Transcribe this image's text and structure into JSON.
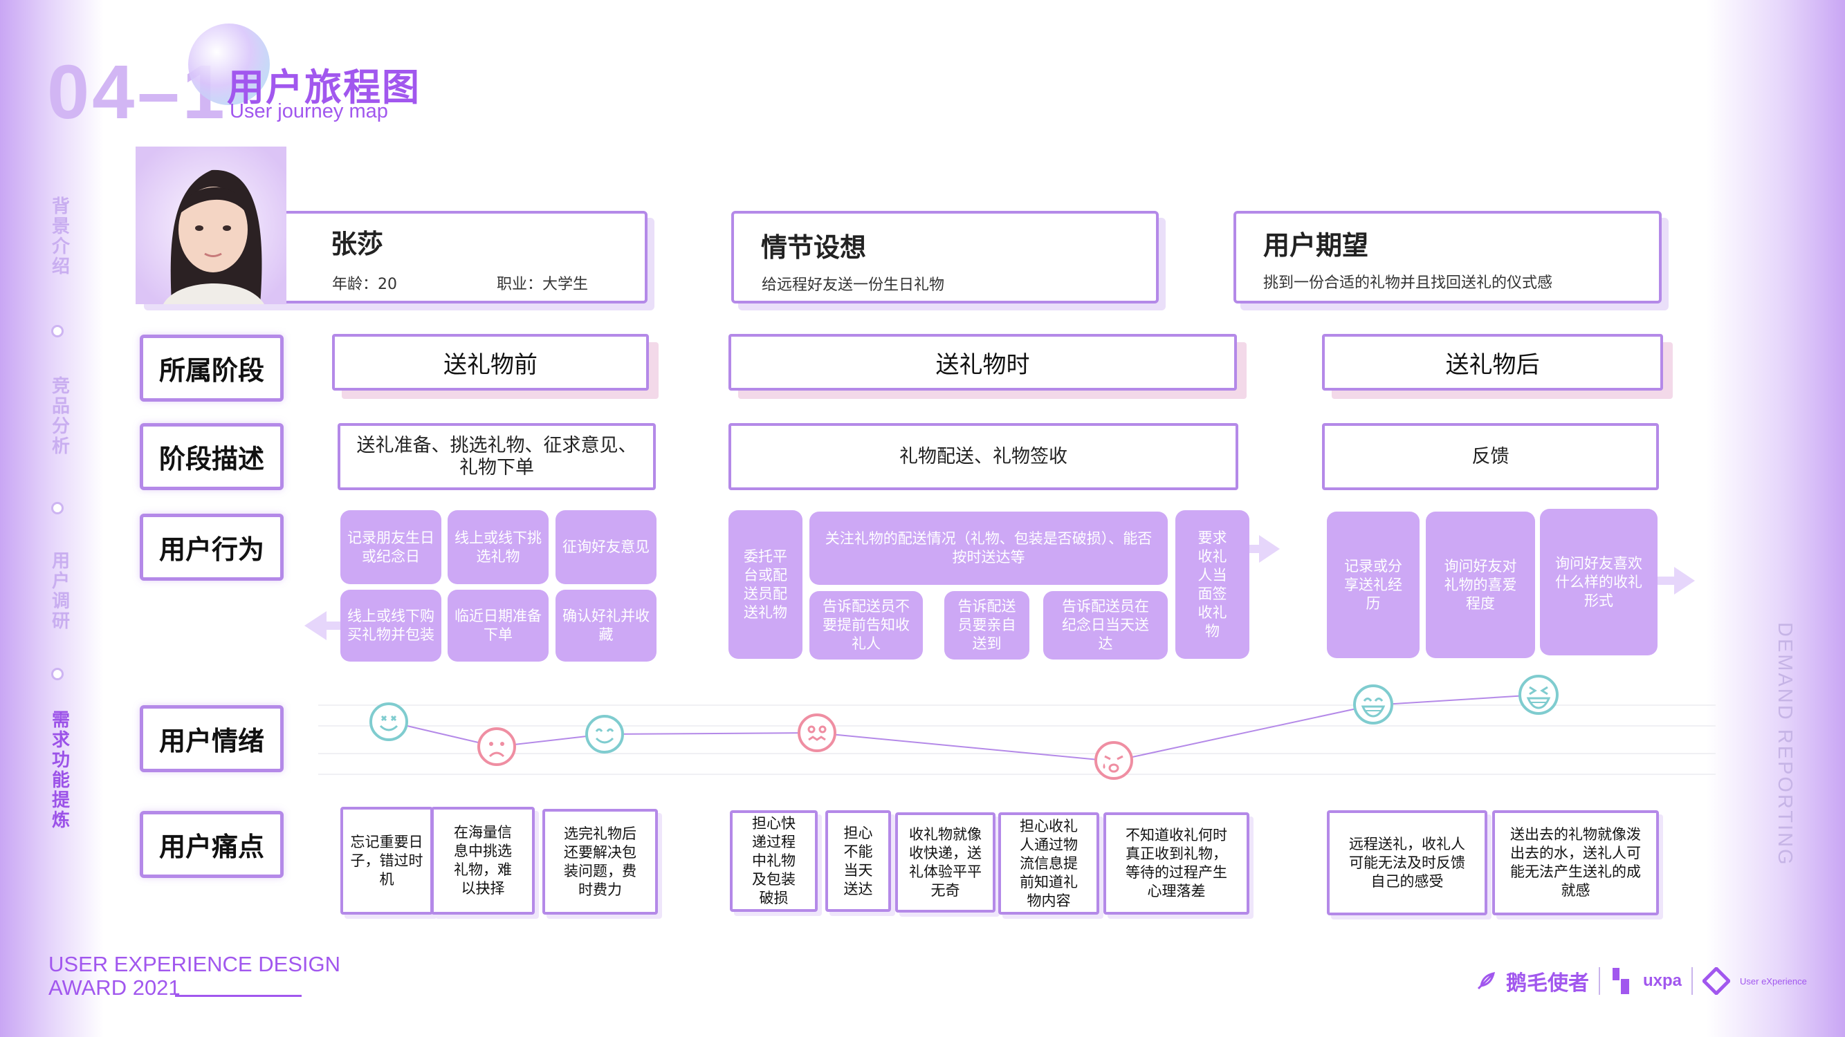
{
  "header": {
    "number": "04–1",
    "title": "用户旅程图",
    "subtitle": "User journey map"
  },
  "side_nav": [
    "背景介绍",
    "竞品分析",
    "用户调研",
    "需求功能提炼"
  ],
  "side_nav_active": 3,
  "right_vertical": "DEMAND REPORTING",
  "footer": {
    "award_line1": "USER EXPERIENCE DESIGN",
    "award_line2": "AWARD 2021"
  },
  "logos": {
    "logo1": "鹅毛使者",
    "logo2": "uxpa",
    "logo3": "User eXperience"
  },
  "persona": {
    "name": "张莎",
    "age": "年龄：20",
    "job": "职业：大学生"
  },
  "scenario": {
    "title": "情节设想",
    "text": "给远程好友送一份生日礼物"
  },
  "expectation": {
    "title": "用户期望",
    "text": "挑到一份合适的礼物并且找回送礼的仪式感"
  },
  "row_labels": [
    "所属阶段",
    "阶段描述",
    "用户行为",
    "用户情绪",
    "用户痛点"
  ],
  "stages": [
    "送礼物前",
    "送礼物时",
    "送礼物后"
  ],
  "descriptions": [
    "送礼准备、挑选礼物、征求意见、礼物下单",
    "礼物配送、礼物签收",
    "反馈"
  ],
  "behaviors": {
    "before": [
      "记录朋友生日或纪念日",
      "线上或线下挑选礼物",
      "征询好友意见",
      "线上或线下购买礼物并包装",
      "临近日期准备下单",
      "确认好礼并收藏"
    ],
    "during": [
      "委托平台或配送员配送礼物",
      "关注礼物的配送情况（礼物、包装是否破损）、能否按时送达等",
      "告诉配送员不要提前告知收礼人",
      "告诉配送员要亲自送到",
      "告诉配送员在纪念日当天送达",
      "要求收礼人当面签收礼物"
    ],
    "after": [
      "记录或分享送礼经历",
      "询问好友对礼物的喜爱程度",
      "询问好友喜欢什么样的收礼形式"
    ]
  },
  "emotion_faces": [
    "smile",
    "sad",
    "smile",
    "worried",
    "crying",
    "grin",
    "laugh"
  ],
  "pain_points": {
    "before": [
      "忘记重要日子，错过时机",
      "在海量信息中挑选礼物，难以抉择",
      "选完礼物后还要解决包装问题，费时费力"
    ],
    "during": [
      "担心快递过程中礼物及包装破损",
      "担心不能当天送达",
      "收礼物就像收快递，送礼体验平平无奇",
      "担心收礼人通过物流信息提前知道礼物内容",
      "不知道收礼何时真正收到礼物，等待的过程产生心理落差"
    ],
    "after": [
      "远程送礼，收礼人可能无法及时反馈自己的感受",
      "送出去的礼物就像泼出去的水，送礼人可能无法产生送礼的成就感"
    ]
  },
  "colors": {
    "accent": "#a157ee",
    "border": "#b489e8",
    "behavior": "#cda8f5",
    "happy": "#7fcccf",
    "unhappy": "#ef8ea2"
  }
}
